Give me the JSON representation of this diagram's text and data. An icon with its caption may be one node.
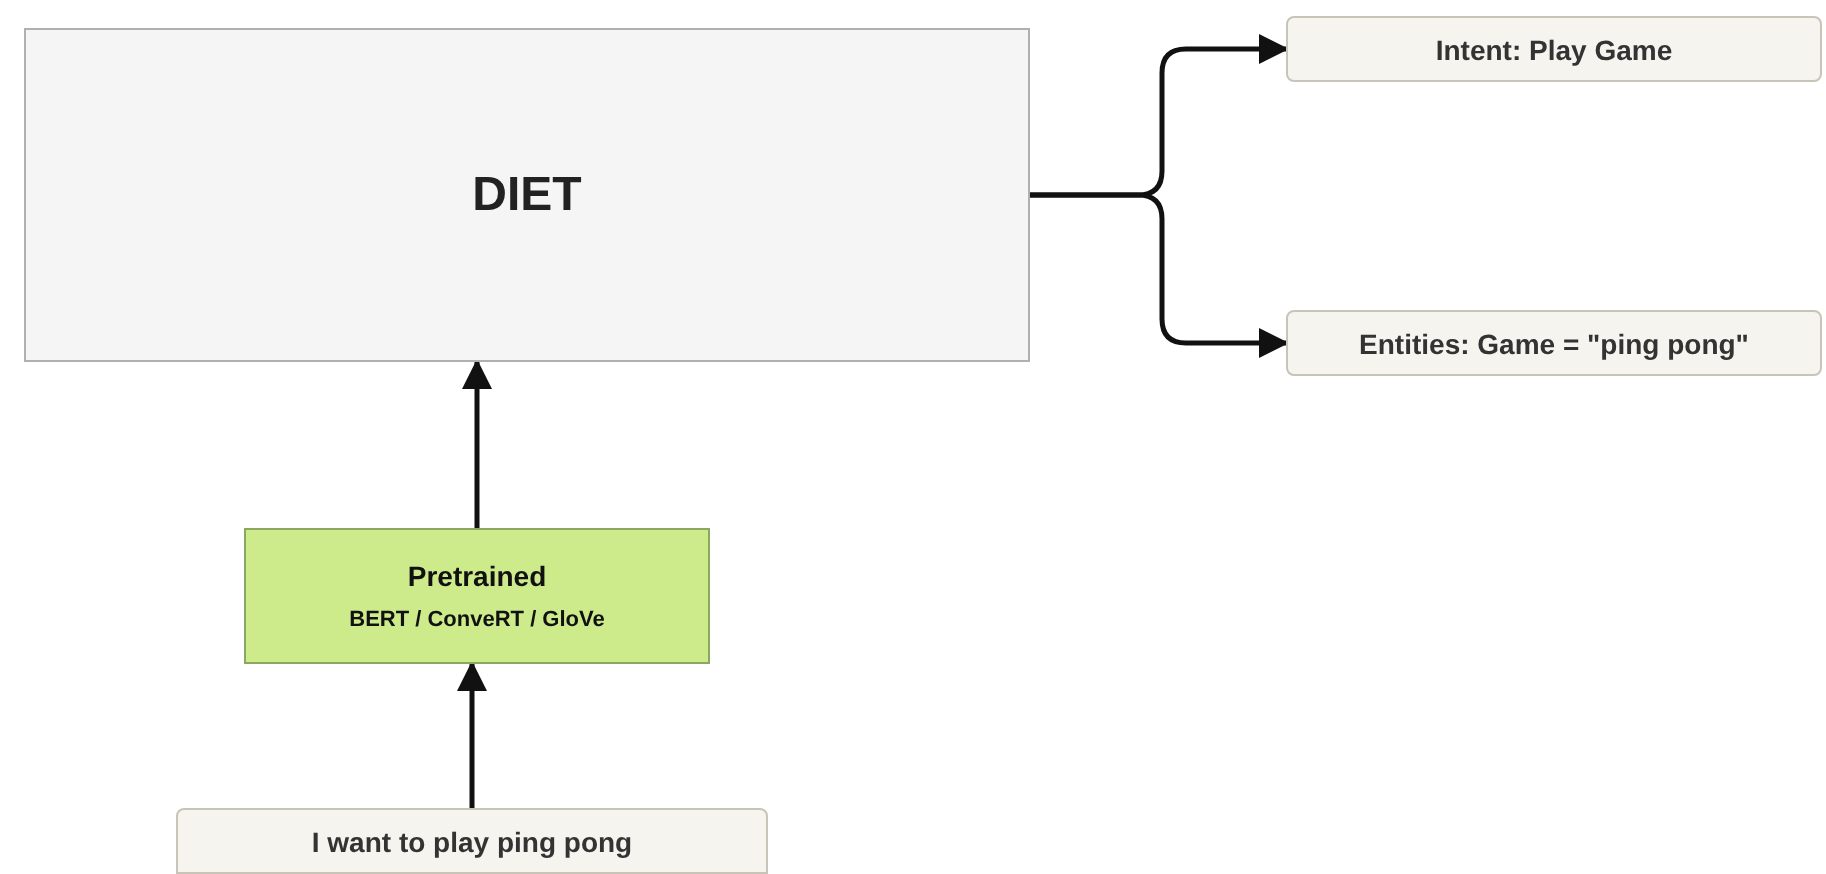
{
  "diagram": {
    "nodes": [
      {
        "text": [
          "DIET"
        ]
      },
      {
        "text": [
          "Intent: Play Game"
        ]
      },
      {
        "text": [
          "Entities: Game = \"ping pong\""
        ]
      },
      {
        "text": [
          "Pretrained",
          "BERT / ConveRT / GloVe"
        ]
      },
      {
        "text": [
          "I want to play ping pong"
        ]
      }
    ],
    "edges": [
      {
        "from": 4,
        "to": 3,
        "arrow": "to"
      },
      {
        "from": 3,
        "to": 0,
        "arrow": "to"
      },
      {
        "from": 0,
        "to": 1,
        "arrow": "to"
      },
      {
        "from": 0,
        "to": 2,
        "arrow": "to"
      }
    ]
  }
}
